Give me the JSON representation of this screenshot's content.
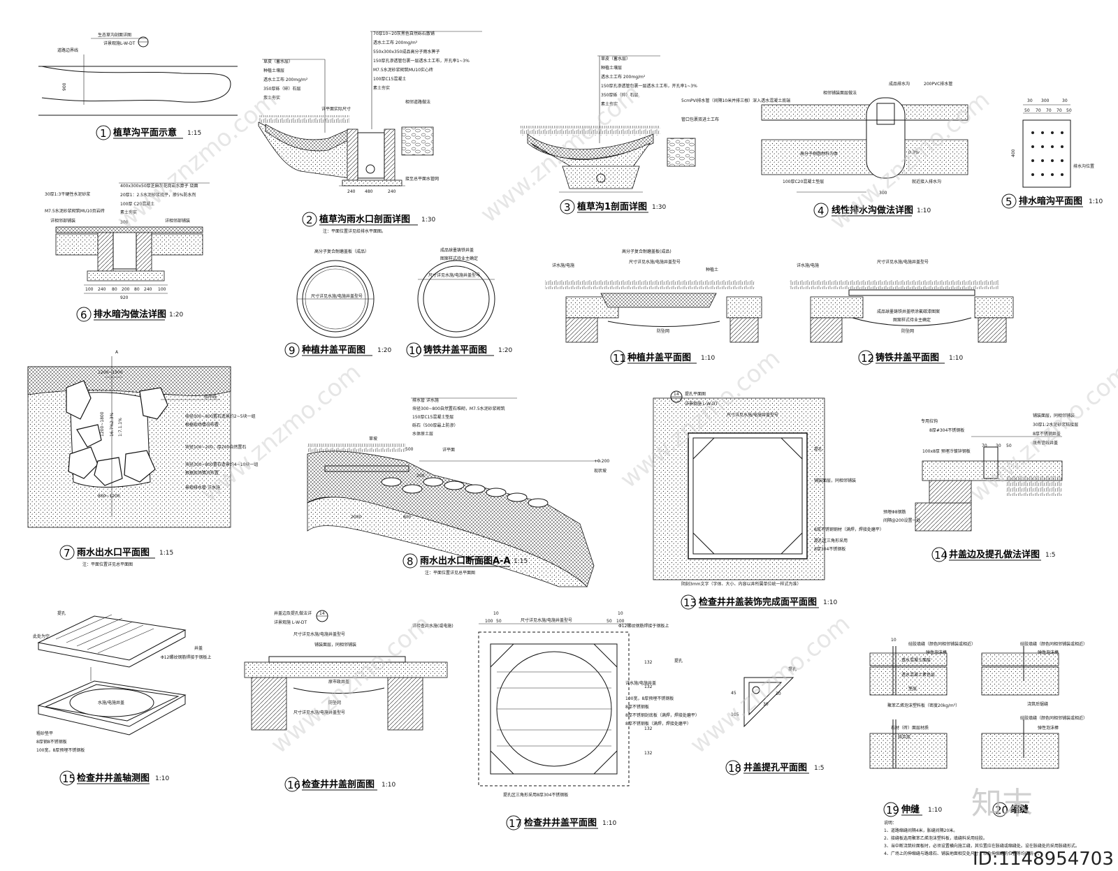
{
  "titles": [
    {
      "num": "1",
      "text": "植草沟平面示意",
      "scale": "1:15"
    },
    {
      "num": "2",
      "text": "植草沟雨水口剖面详图",
      "scale": "1:30"
    },
    {
      "num": "3",
      "text": "植草沟1剖面详图",
      "scale": "1:30"
    },
    {
      "num": "4",
      "text": "线性排水沟做法详图",
      "scale": "1:10"
    },
    {
      "num": "5",
      "text": "排水暗沟平面图",
      "scale": "1:10"
    },
    {
      "num": "6",
      "text": "排水暗沟做法详图",
      "scale": "1:20"
    },
    {
      "num": "7",
      "text": "雨水出水口平面图",
      "scale": "1:15"
    },
    {
      "num": "8",
      "text": "雨水出水口断面图A-A",
      "scale": "1:15"
    },
    {
      "num": "9",
      "text": "种植井盖平面图",
      "scale": "1:20"
    },
    {
      "num": "10",
      "text": "铸铁井盖平面图",
      "scale": "1:20"
    },
    {
      "num": "11",
      "text": "种植井盖平面图",
      "scale": "1:10"
    },
    {
      "num": "12",
      "text": "铸铁井盖平面图",
      "scale": "1:10"
    },
    {
      "num": "13",
      "text": "检查井井盖装饰完成面平面图",
      "scale": "1:10"
    },
    {
      "num": "14",
      "text": "井盖边及提孔做法详图",
      "scale": "1:5"
    },
    {
      "num": "15",
      "text": "检查井井盖轴测图",
      "scale": "1:10"
    },
    {
      "num": "16",
      "text": "检查井井盖剖面图",
      "scale": "1:10"
    },
    {
      "num": "17",
      "text": "检查井井盖平面图",
      "scale": "1:10"
    },
    {
      "num": "18",
      "text": "井盖提孔平面图",
      "scale": "1:5"
    },
    {
      "num": "19",
      "text": "伸缝",
      "scale": "1:10"
    },
    {
      "num": "20",
      "text": "缩缝",
      "scale": ""
    }
  ],
  "notes": {
    "d2": "注：平面位置详见给排水平面图。",
    "d7": "注：平面位置详见总平面图",
    "d8": "注：平面位置详见总平面图"
  },
  "labels": {
    "d1_road": "道路边界线",
    "d1_ref": "生态草沟剖面详图",
    "d1_ref2": "详景观施L-W-DT",
    "d1_dim": "900",
    "d2": [
      "70厚10~20灰黑色自然砾石散铺",
      "透水土工布 200mg/m²",
      "550x300x350成品高分子雨水箅子",
      "150厚孔渗透管包裹一层透水土工布，开孔率1~3%",
      "M7.5水泥砂浆砌筑MU10实心砖",
      "100厚C15混凝土",
      "素土夯实"
    ],
    "d2_left": [
      "草皮（蓄水层）",
      "种植土壤层",
      "透水土工布 200mg/m²",
      "350厚砾（碎）石层",
      "素土夯实"
    ],
    "d2_dims": [
      "240",
      "480",
      "240"
    ],
    "d2_side": [
      "相邻道路做法",
      "接至总平面水管网",
      "详平面实际尺寸"
    ],
    "d3": [
      "草皮（蓄水层）",
      "种植土壤层",
      "透水土工布 200mg/m²",
      "150厚孔渗透管包裹一层透水土工布，开孔率1~3%",
      "350厚砾（碎）石层",
      "素土夯实"
    ],
    "d3_right": [
      "5cmPVI排水管（间隔10米并排三根）深入透水混凝土底端",
      "管口包裹双进土工布"
    ],
    "d4": [
      "相邻铺装面层做法",
      "成品排水沟",
      "200PVC排水管",
      "高分子树脂材料沟体",
      "0.3%",
      "100厚C20混凝土垫层",
      "就近接入排水沟"
    ],
    "d4_dim": "300",
    "d5_dims": [
      "30",
      "300",
      "30",
      "50",
      "70",
      "70",
      "70",
      "50"
    ],
    "d5_dim2": "400",
    "d5_label": "排水沟位置",
    "d6": [
      "400x300x50厚芝麻灰花岗岩水算子 烧面",
      "20厚1：2.5水泥砂浆找平，掺5%防水剂",
      "100厚 C20混凝土",
      "素土夯实",
      "30厚1:3干硬性水泥砂浆",
      "M7.5水泥砂浆砌筑MU10页岩砖",
      "详相邻部铺装",
      "详相邻部铺装"
    ],
    "d6_dims": [
      "100",
      "240",
      "80",
      "200",
      "80",
      "240",
      "100"
    ],
    "d6_total": "920",
    "d6_top": "300",
    "d7": [
      "驳岸线",
      "块径300~800置石造景约2~5块一组",
      "根据现场情况布置",
      "块径100~200，厚200自然置石",
      "块径300~800置石造景约4~10块一组",
      "根据现场情况布置",
      "景观排水管 详水施"
    ],
    "d7_dims": [
      "1200~1500",
      "1200~1800",
      "16.7%2.3%",
      "1:7.1.1%",
      "800~1200"
    ],
    "d7_A": "A",
    "d8": [
      "排水管 详水施",
      "块径300~800自然置石堆砌，M7.5水泥砂浆砌筑",
      "150厚C15混凝土垫层",
      "砾石（500厚最上防渗）",
      "水体原土层"
    ],
    "d8_left": [
      "草坡",
      "详平面"
    ],
    "d8_right": [
      "+0.200",
      "现状坡"
    ],
    "d8_dims": [
      "500",
      "200",
      "2000",
      "800"
    ],
    "d9": [
      "高分子复合耐磨盖板（成品）",
      "尺寸详见水施/电施井盖型号"
    ],
    "d10": [
      "成品球墨铸铁井盖",
      "图案样式待业主确定",
      "尺寸详见水施/电施井盖型号"
    ],
    "d11": [
      "高分子复合耐磨盖板(成品)",
      "详水施/电施",
      "尺寸详见水施/电施井盖型号",
      "种植土",
      "防坠网"
    ],
    "d12": [
      "详水施/电施",
      "尺寸详见水施/电施井盖型号",
      "成品球墨铸铁井盖喷涂氟碳漆图案",
      "图案样式待业主确定",
      "防坠网"
    ],
    "d13": [
      "提孔平面图",
      "详景观施 L-W-DT",
      "尺寸详见水施/电施井盖型号",
      "提孔",
      "铺装面层，同相邻铺装",
      "8厚不锈钢钢材（满焊，焊接处磨平）",
      "提孔区三角形采用",
      "8厚304不锈钢板",
      "阴刻3mm文字（字体、大小、内容以井所属单位统一样式为准）"
    ],
    "d13_num": "14",
    "d14": [
      "专用拉钩",
      "8厚#304不锈钢板",
      "铺装面层，同相邻铺装",
      "30厚1:2水泥砂浆粘接层",
      "8厚不锈钢井盖",
      "既有管线井盖",
      "100x8厚 预埋冷镀锌钢板",
      "预埋Φ8钢筋",
      "间隔@200设置一处"
    ],
    "d14_dims": [
      "70",
      "30",
      "50"
    ],
    "d15": [
      "提孔",
      "此处为空",
      "井盖",
      "Φ12螺纹钢筋焊接于钢板上",
      "水施/电施井盖",
      "粗砂垫平",
      "8厚钢8不锈钢板",
      "100宽，8厚预埋不锈钢板"
    ],
    "d16": [
      "井盖边及提孔做法详",
      "详景观施 L-W-DT",
      "尺寸详见水施/电施井盖型号",
      "铺装面层，同相邻铺装",
      "原市政井盖",
      "防坠网",
      "尺寸详见水施/电施井盖型号",
      "详检查井水施(或电施)"
    ],
    "d16_num": "14",
    "d17": [
      "尺寸详见水施/电施井盖型号",
      "Φ12螺纹钢筋焊接于钢板上",
      "提孔",
      "详水施/电施井盖",
      "100宽，8厚预埋不锈钢板",
      "8厚不锈钢板",
      "8厚不锈钢封底板（满焊，焊接处磨平）",
      "8厚不锈钢板（满焊，焊接处磨平）",
      "提孔区三角形采用8厚304不锈钢板"
    ],
    "d17_dims": [
      "10",
      "10",
      "100",
      "50",
      "50",
      "100",
      "132",
      "132",
      "132",
      "132"
    ],
    "d18": [
      "提孔",
      "45",
      "30",
      "105",
      "30"
    ],
    "d19": [
      "硅胶填缝（颜色同相邻铺装或相近）",
      "弹性泡沫棒",
      "透水混凝土面层",
      "透水混凝土素色层",
      "垫层",
      "聚苯乙烯泡沫塑料板（密度20kg/m³）",
      "石材（砖）面层材质",
      "结合层",
      "浇筑后锯缝"
    ],
    "d19_dim": "10",
    "d19_notes": [
      "说明：",
      "1、道路缩缝间隔4米，胀缝间隔20米。",
      "2、接缝板选用聚苯乙烯泡沫塑料板，填缝料采用硅胶。",
      "3、当中断浇筑砼面板时，必须设置横向施工缝，其位置应在胀缝或缩缝处。设在胀缝处的采用胀缝形式。",
      "4、广场上的伸缩缝与路缘石、铺装地面相交处尺寸，以及伸缩缝的位置等均应统一。"
    ]
  },
  "watermark": {
    "text": "www.znzmo.com",
    "brand": "知末",
    "id": "ID:1148954703"
  }
}
